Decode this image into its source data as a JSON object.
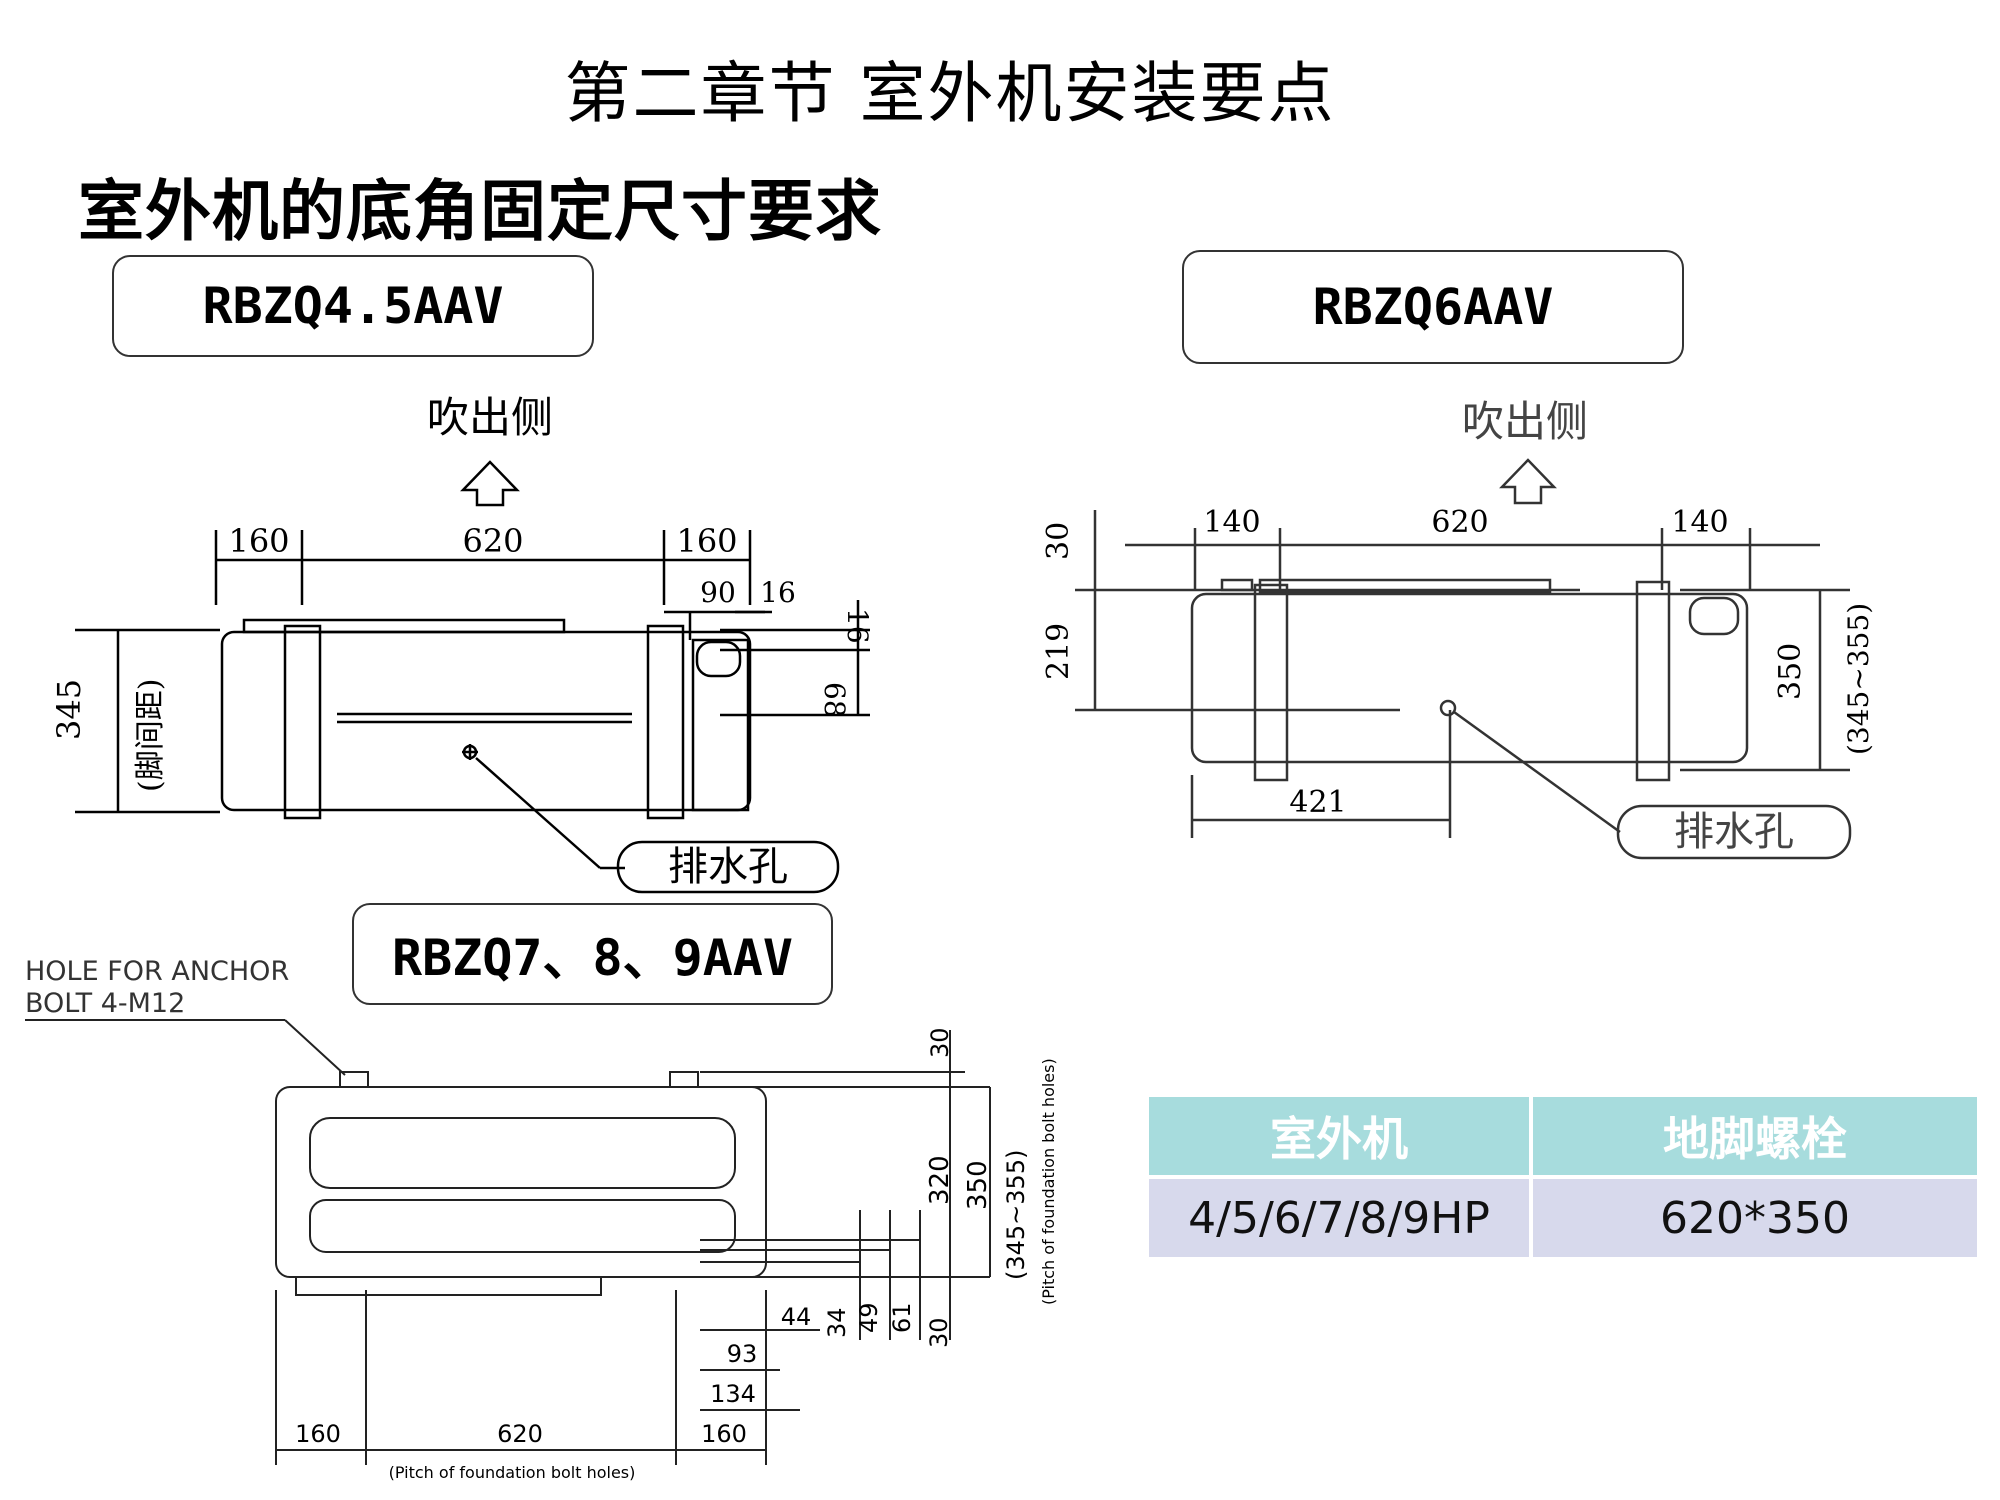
{
  "page": {
    "title": "第二章节  室外机安装要点",
    "subtitle": "室外机的底角固定尺寸要求"
  },
  "models": {
    "model_a": "RBZQ4.5AAV",
    "model_b": "RBZQ6AAV",
    "model_c": "RBZQ7、8、9AAV"
  },
  "diagram_a": {
    "outlet_label": "吹出侧",
    "dim_left": "160",
    "dim_mid": "620",
    "dim_right": "160",
    "dim_90": "90",
    "dim_16": "16",
    "dim_16v": "16",
    "dim_68": "68",
    "dim_345": "345",
    "foot_pitch_label": "(脚间距)",
    "drain_label": "排水孔"
  },
  "diagram_b": {
    "outlet_label": "吹出侧",
    "dim_left": "140",
    "dim_mid": "620",
    "dim_right": "140",
    "dim_30": "30",
    "dim_219": "219",
    "dim_350": "350",
    "dim_range": "(345~355)",
    "dim_421": "421",
    "drain_label": "排水孔"
  },
  "diagram_c": {
    "anchor_note_line1": "HOLE FOR ANCHOR",
    "anchor_note_line2": "BOLT 4-M12",
    "dim_30_top": "30",
    "dim_320": "320",
    "dim_350": "350",
    "dim_range": "(345~355)",
    "pitch_note_vertical": "(Pitch of foundation bolt holes)",
    "dim_44": "44",
    "dim_34": "34",
    "dim_49": "49",
    "dim_61": "61",
    "dim_30_bottom": "30",
    "dim_93": "93",
    "dim_134": "134",
    "dim_left": "160",
    "dim_mid": "620",
    "dim_right": "160",
    "pitch_note_horizontal": "(Pitch of foundation bolt holes)"
  },
  "spec_table": {
    "headers": [
      "室外机",
      "地脚螺栓"
    ],
    "rows": [
      [
        "4/5/6/7/8/9HP",
        "620*350"
      ]
    ],
    "colors": {
      "header_bg": "#a7dcdd",
      "row_bg": "#d7d9ec"
    }
  }
}
